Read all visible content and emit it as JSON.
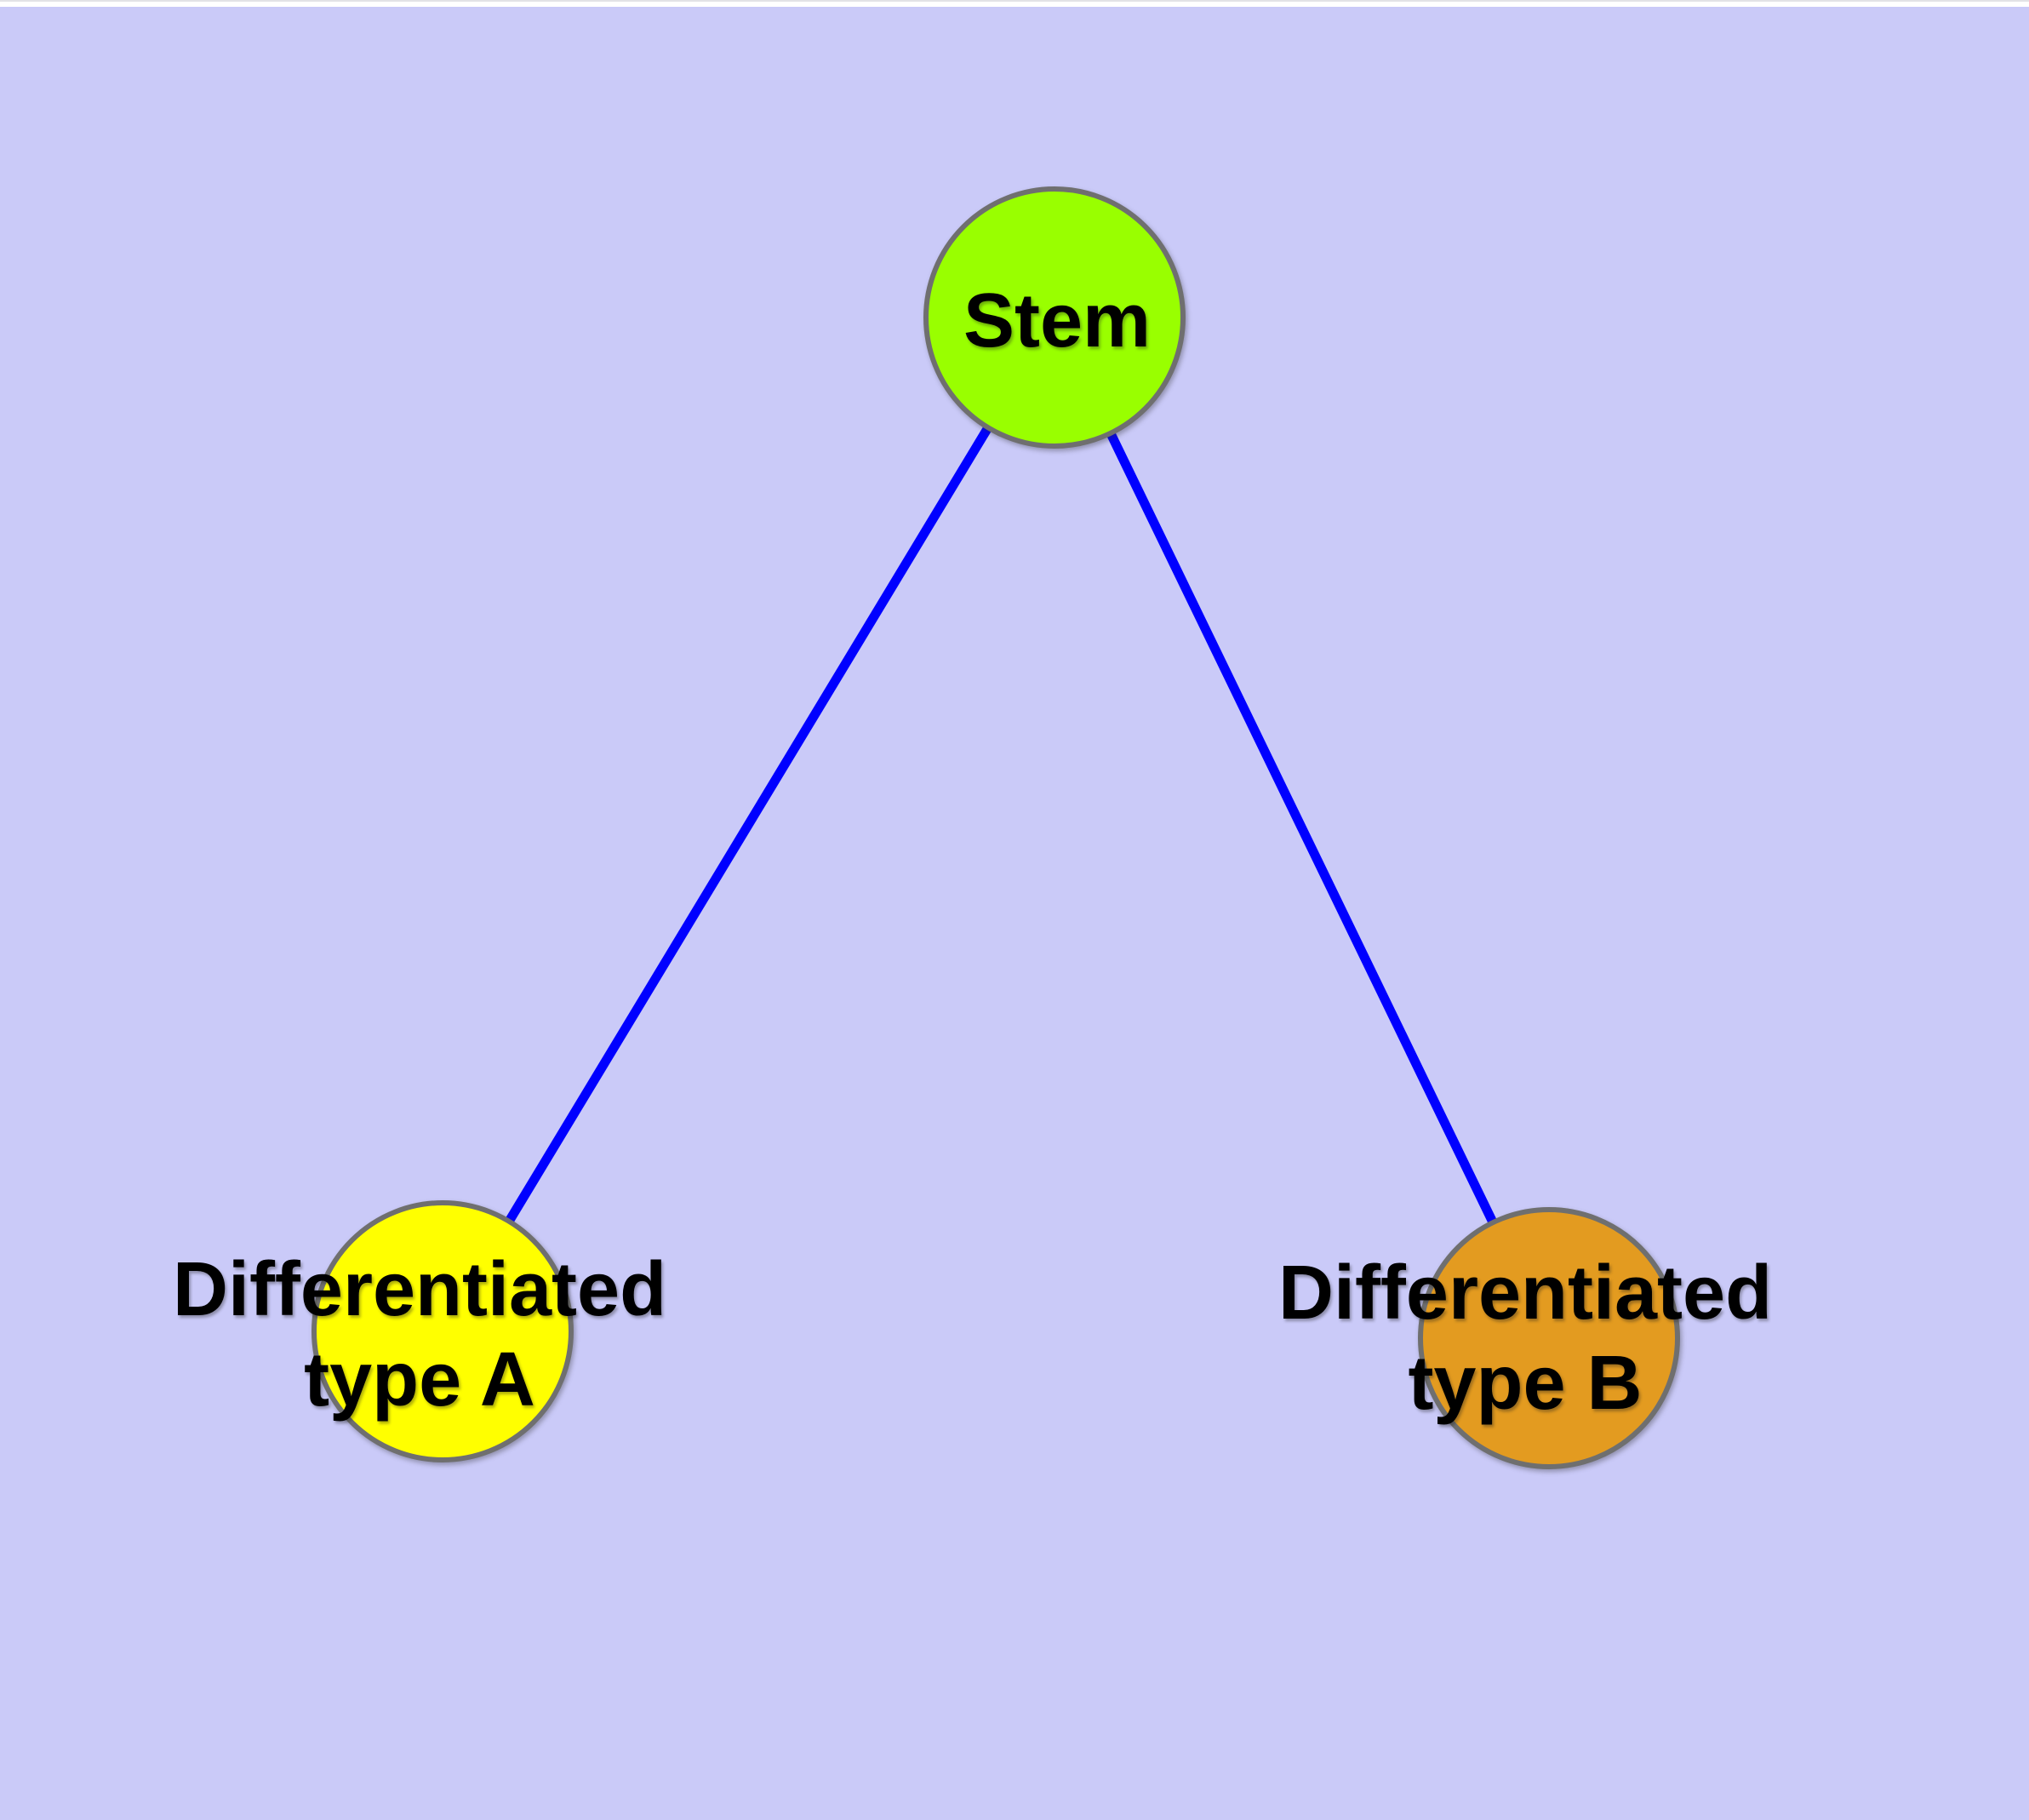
{
  "diagram": {
    "type": "node-link-graph",
    "background_color": "#CACAF8",
    "nodes": [
      {
        "id": "stem",
        "label": "Stem",
        "line1": "Stem",
        "line2": "",
        "fill": "#99FF00"
      },
      {
        "id": "differentiated-type-a",
        "label": "Differentiated type A",
        "line1": "Differentiated",
        "line2": "type A",
        "fill": "#FFFF00"
      },
      {
        "id": "differentiated-type-b",
        "label": "Differentiated type B",
        "line1": "Differentiated",
        "line2": "type B",
        "fill": "#E39B20"
      }
    ],
    "edges": [
      {
        "from": "stem",
        "to": "differentiated-type-a",
        "color": "#0000FF"
      },
      {
        "from": "stem",
        "to": "differentiated-type-b",
        "color": "#0000FF"
      }
    ],
    "style": {
      "node_border_color": "#6F6F6F",
      "edge_color": "#0000FF",
      "text_color": "#000000"
    }
  }
}
